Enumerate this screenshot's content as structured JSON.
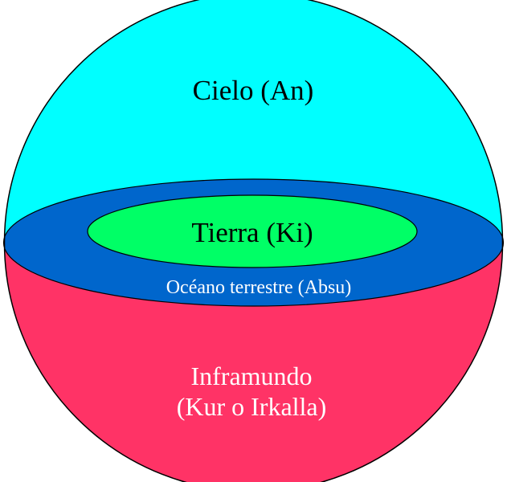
{
  "diagram": {
    "regions": {
      "sky": {
        "label": "Cielo (An)",
        "color": "#00ffff"
      },
      "earth": {
        "label": "Tierra (Ki)",
        "color": "#00ff66"
      },
      "ocean": {
        "label": "Océano terrestre (Absu)",
        "color": "#0066cc"
      },
      "underworld": {
        "label_line1": "Inframundo",
        "label_line2": "(Kur o Irkalla)",
        "color": "#ff3366"
      }
    },
    "outline_color": "#000000"
  }
}
